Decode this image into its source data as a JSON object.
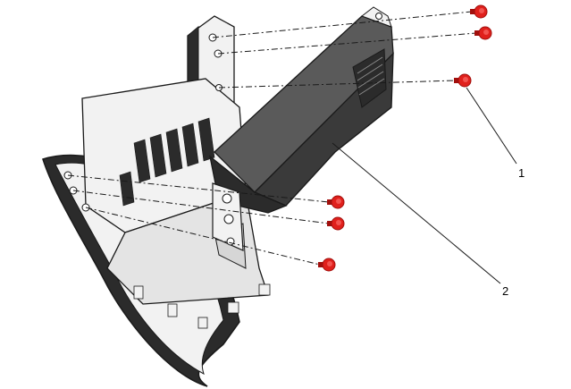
{
  "callouts": [
    {
      "number": "1",
      "target": "screw"
    },
    {
      "number": "2",
      "target": "module"
    }
  ],
  "colors": {
    "screw": "#e0201c",
    "screw_dark": "#a10f0c",
    "outline": "#1a1a1a",
    "part_light": "#f2f2f2",
    "part_mid": "#d6d6d6",
    "part_dark": "#2b2b2b",
    "module_body": "#3a3a3a",
    "module_top": "#5a5a5a"
  },
  "icons": {
    "screw": "red-screw-icon"
  }
}
